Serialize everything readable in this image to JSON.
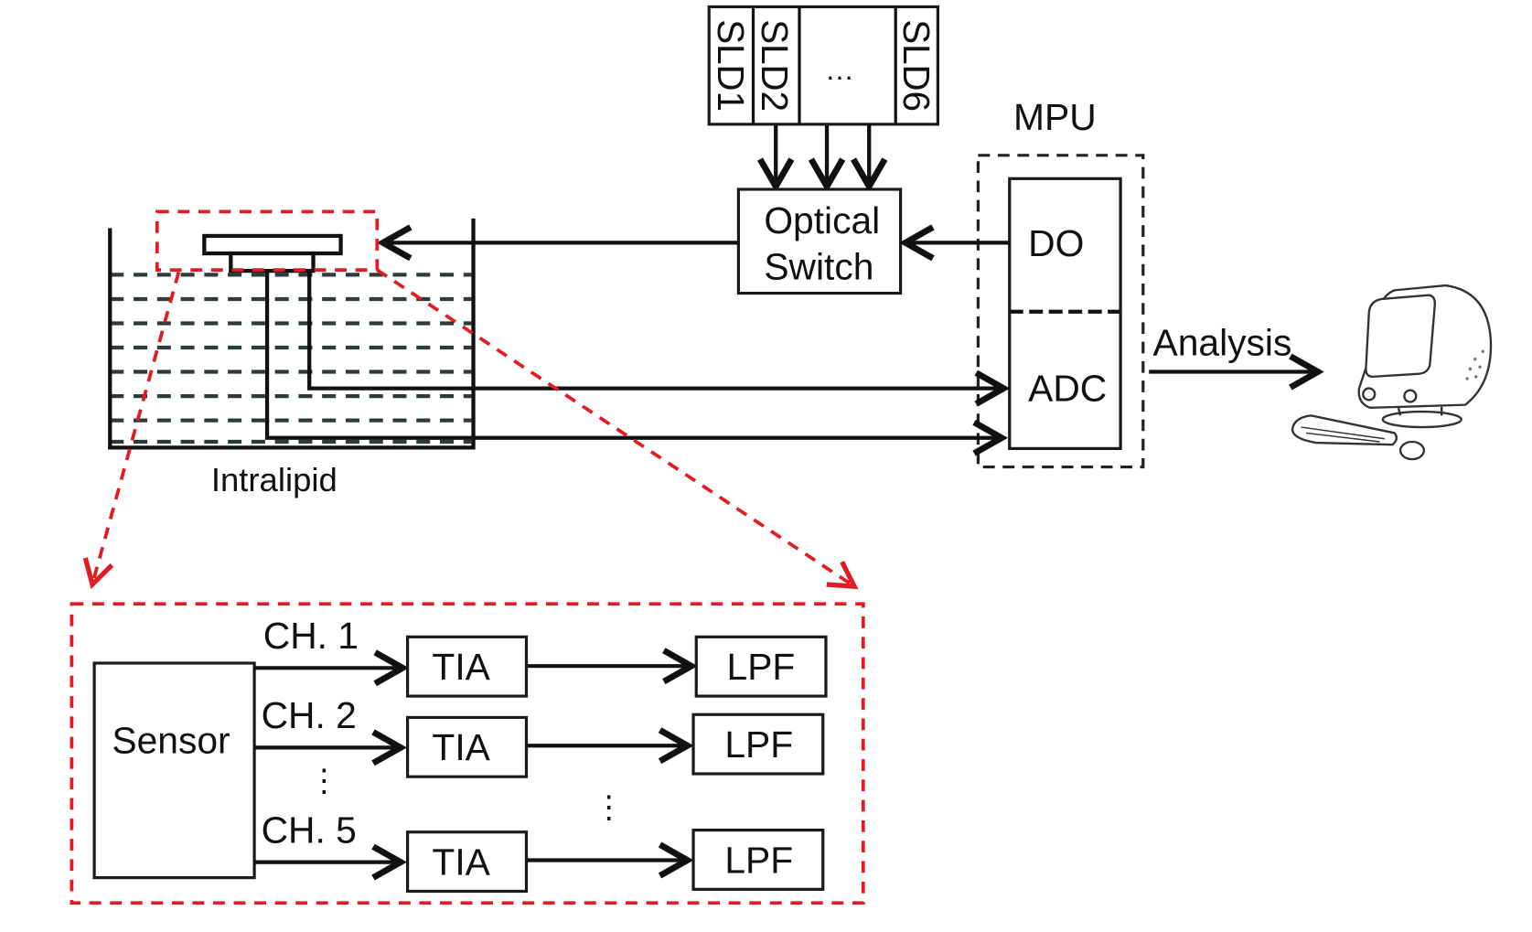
{
  "diagram": {
    "light_sources": {
      "labels": [
        "SLD1",
        "SLD2",
        "…",
        "SLD6"
      ]
    },
    "optical_switch": {
      "line1": "Optical",
      "line2": "Switch"
    },
    "mpu": {
      "title": "MPU",
      "do_label": "DO",
      "adc_label": "ADC"
    },
    "analysis_label": "Analysis",
    "phantom_label": "Intralipid",
    "detail": {
      "sensor_label": "Sensor",
      "channels": [
        "CH. 1",
        "CH. 2",
        "CH. 5"
      ],
      "tia_label": "TIA",
      "lpf_label": "LPF",
      "vertical_ellipsis": "⋮"
    },
    "colors": {
      "zoom_highlight": "#e31b23",
      "stroke": "#111111",
      "liquid_dash": "#2f3a3a"
    },
    "icons": {
      "computer": "desktop-computer-icon"
    }
  }
}
